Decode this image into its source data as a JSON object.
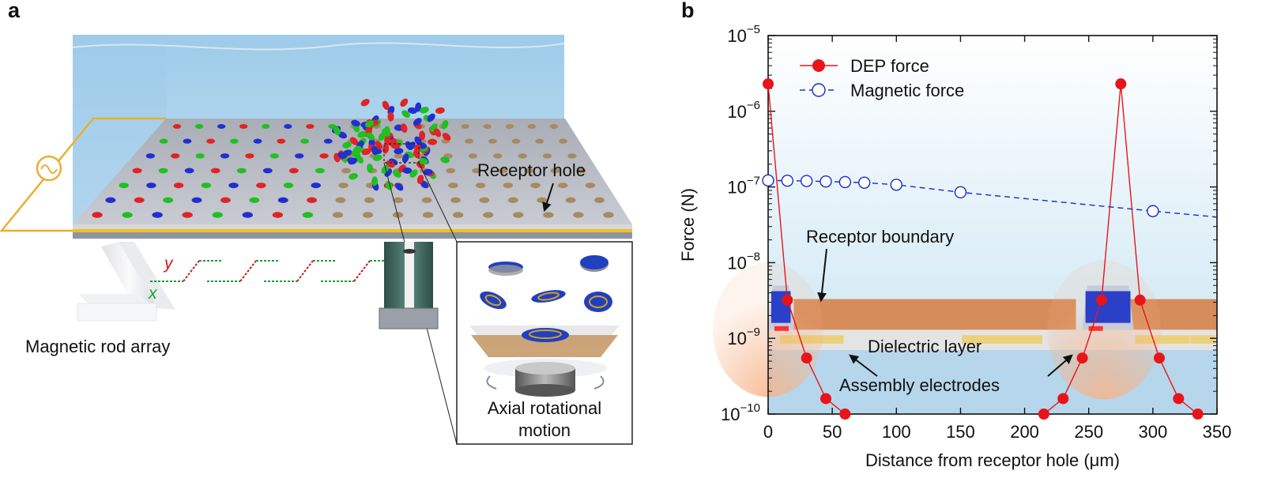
{
  "panel_a": {
    "letter": "a",
    "labels": {
      "receptor_hole": "Receptor hole",
      "magnetic_rod_array": "Magnetic rod array",
      "axis_x": "x",
      "axis_y": "y",
      "inset_caption_line1": "Axial rotational",
      "inset_caption_line2": "motion"
    },
    "colors": {
      "water": "#a9d2ec",
      "substrate": "#b8bcc4",
      "electrode": "#f0c020",
      "red_disk": "#e02424",
      "green_disk": "#20c020",
      "blue_disk": "#2030d0",
      "hole": "#a88a60",
      "wire": "#e8b030"
    }
  },
  "panel_b": {
    "letter": "b",
    "annotations": {
      "receptor_boundary": "Receptor boundary",
      "dielectric_layer": "Dielectric layer",
      "assembly_electrodes": "Assembly electrodes"
    }
  },
  "chart_data": {
    "type": "line",
    "xlabel": "Distance from receptor hole (μm)",
    "ylabel": "Force (N)",
    "xlim": [
      0,
      350
    ],
    "ylim": [
      1e-10,
      1e-05
    ],
    "yscale": "log",
    "xticks": [
      0,
      50,
      100,
      150,
      200,
      250,
      300,
      350
    ],
    "yticks": [
      {
        "value": 1e-05,
        "base": "10",
        "exp": "−5"
      },
      {
        "value": 1e-06,
        "base": "10",
        "exp": "−6"
      },
      {
        "value": 1e-07,
        "base": "10",
        "exp": "−7"
      },
      {
        "value": 1e-08,
        "base": "10",
        "exp": "−8"
      },
      {
        "value": 1e-09,
        "base": "10",
        "exp": "−9"
      },
      {
        "value": 1e-10,
        "base": "10",
        "exp": "−10"
      }
    ],
    "legend_position": "top-left",
    "series": [
      {
        "name": "DEP force",
        "color": "#e8141a",
        "marker": "filled-circle",
        "line": "solid",
        "x": [
          0,
          15,
          30,
          45,
          60,
          215,
          230,
          245,
          260,
          275,
          290,
          305,
          320,
          335
        ],
        "y": [
          2.3e-06,
          3.2e-09,
          5.5e-10,
          1.6e-10,
          1e-10,
          1e-10,
          1.6e-10,
          5.5e-10,
          3.2e-09,
          2.3e-06,
          3.2e-09,
          5.5e-10,
          1.6e-10,
          1e-10
        ]
      },
      {
        "name": "Magnetic force",
        "color": "#1a2ad0",
        "marker": "open-circle",
        "line": "dashed",
        "x": [
          0,
          15,
          30,
          45,
          60,
          75,
          100,
          150,
          300,
          350
        ],
        "y": [
          1.22e-07,
          1.21e-07,
          1.2e-07,
          1.18e-07,
          1.16e-07,
          1.14e-07,
          1.07e-07,
          8.5e-08,
          4.8e-08,
          4e-08
        ]
      }
    ]
  }
}
